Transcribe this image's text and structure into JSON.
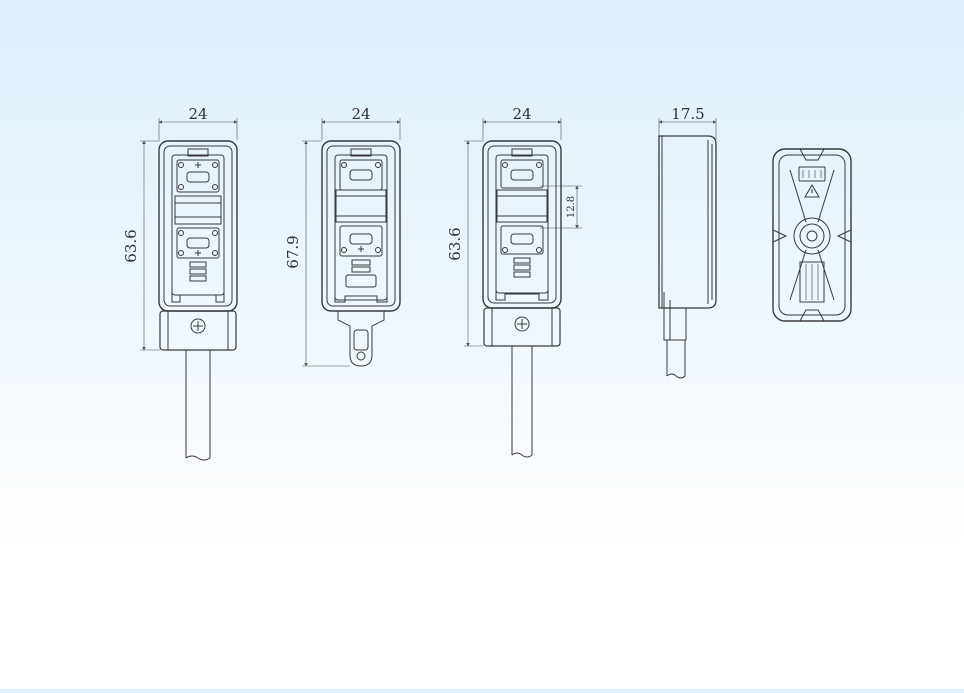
{
  "views": {
    "front": {
      "width_dim": "24",
      "height_dim": "63.6"
    },
    "front_cap": {
      "width_dim": "24",
      "height_dim": "67.9"
    },
    "front_section": {
      "width_dim": "24",
      "height_dim": "63.6",
      "spacing_dim": "12.8"
    },
    "side": {
      "depth_dim": "17.5"
    },
    "back": {}
  },
  "colors": {
    "line": "#3a3a3a",
    "dim_line": "#555555",
    "background_top": "#dff0fc"
  }
}
